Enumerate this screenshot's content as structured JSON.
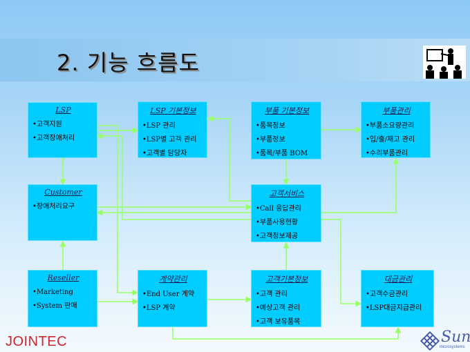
{
  "title": "2. 기능 흐름도",
  "boxes": {
    "lsp": {
      "title": "LSP",
      "items": [
        "•고객지원",
        "•고객장애처리"
      ]
    },
    "lsp_info": {
      "title": "LSP 기본정보",
      "items": [
        "•LSP 관리",
        "•LSP별 고객 관리",
        "•고객별 담당자"
      ]
    },
    "parts_info": {
      "title": "부품 기본정보",
      "items": [
        "•품목정보",
        "•부품정보",
        "•품목/부품 BOM"
      ]
    },
    "parts_mgmt": {
      "title": "부품관리",
      "items": [
        "•부품소요량관리",
        "•입/출/재고 관리",
        "•수리부품관리"
      ]
    },
    "customer": {
      "title": "Customer",
      "items": [
        "•장애처리요구"
      ]
    },
    "cs": {
      "title": "고객서비스",
      "items": [
        "•Call 응답관리",
        "•부품사용현황",
        "•고객정보제공"
      ]
    },
    "reseller": {
      "title": "Reseller",
      "items": [
        "•Marketing",
        "•System 판매"
      ]
    },
    "contract": {
      "title": "계약관리",
      "items": [
        "•End User 계약",
        "•LSP 계약"
      ]
    },
    "cust_info": {
      "title": "고객기본정보",
      "items": [
        "•고객 관리",
        "•예상고객 관리",
        "•고객 보유품목"
      ]
    },
    "billing": {
      "title": "대금관리",
      "items": [
        "•고객수금관리",
        "•LSP대금지급관리"
      ]
    }
  },
  "footer": {
    "left_logo": "JOINTEC",
    "right_logo": "Sun",
    "right_logo_sub": "microsystems"
  },
  "colors": {
    "box": "#00ccff",
    "line": "#99ff66"
  }
}
